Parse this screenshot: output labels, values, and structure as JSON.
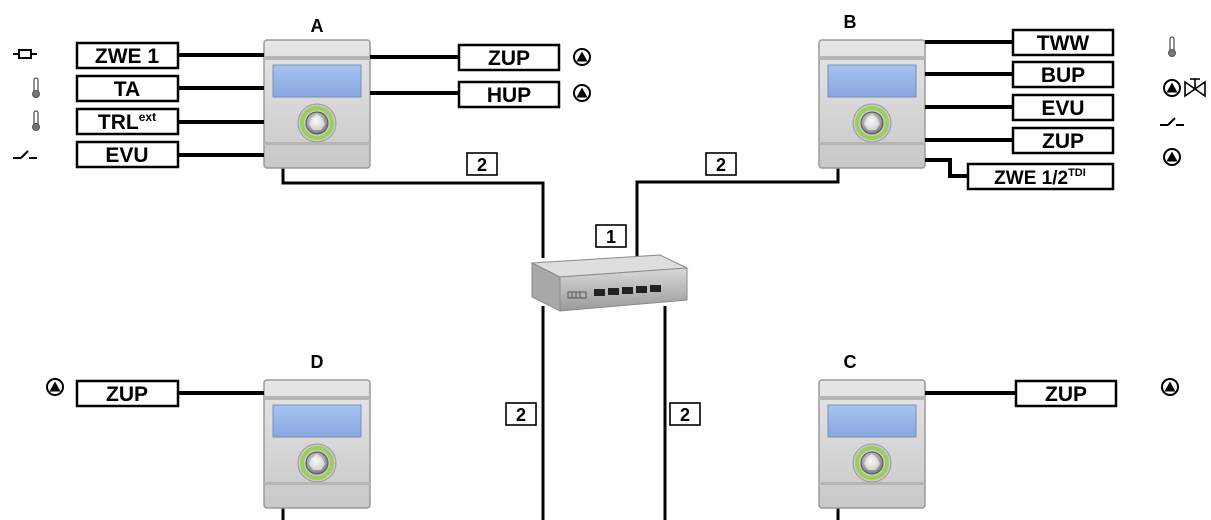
{
  "units": {
    "a": {
      "label": "A"
    },
    "b": {
      "label": "B"
    },
    "c": {
      "label": "C"
    },
    "d": {
      "label": "D"
    }
  },
  "terminals": {
    "a_left": [
      "ZWE 1",
      "TA",
      "TRL",
      "EVU"
    ],
    "a_left_trl_sup": "ext",
    "a_right": [
      "ZUP",
      "HUP"
    ],
    "b_right": [
      "TWW",
      "BUP",
      "EVU",
      "ZUP"
    ],
    "b_zwe_main": "ZWE 1/2",
    "b_zwe_sup": "TDI",
    "d_left": "ZUP",
    "c_right": "ZUP"
  },
  "cables": {
    "network_cable": "2",
    "switch_power": "1"
  },
  "icons": [
    "fuse-icon",
    "temperature-sensor-icon",
    "switch-contact-icon",
    "pump-icon",
    "valve-icon"
  ],
  "colors": {
    "display_blue": "#8fb0e8",
    "controller_gray": "#d4d4d4",
    "knob_ring": "#9ccf5a",
    "line": "#000000"
  }
}
